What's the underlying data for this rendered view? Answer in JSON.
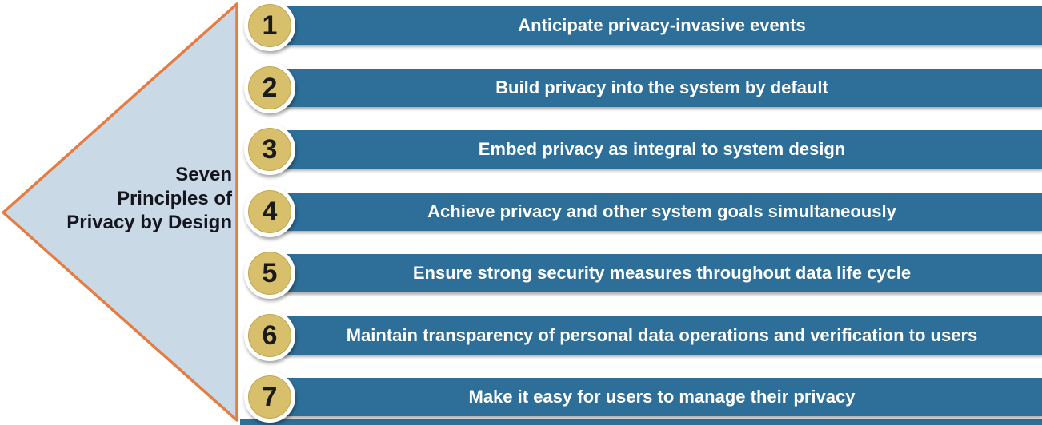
{
  "title": {
    "text": "Seven\nPrinciples of\nPrivacy by Design"
  },
  "principles": [
    {
      "number": "1",
      "label": "Anticipate privacy-invasive events"
    },
    {
      "number": "2",
      "label": "Build privacy into the system by default"
    },
    {
      "number": "3",
      "label": "Embed privacy as integral to system design"
    },
    {
      "number": "4",
      "label": "Achieve privacy and other system goals simultaneously"
    },
    {
      "number": "5",
      "label": "Ensure strong security measures throughout data life cycle"
    },
    {
      "number": "6",
      "label": "Maintain transparency of personal data operations and verification to users"
    },
    {
      "number": "7",
      "label": "Make it easy for users to manage their privacy"
    }
  ],
  "colors": {
    "bar_blue": "#2d6f98",
    "circle_gold": "#d8bf6b",
    "triangle_fill": "#c9d9e6",
    "triangle_border": "#e57c42",
    "bar_text": "#ffffff",
    "number_text": "#1a1a1a",
    "title_text": "#15151f"
  }
}
